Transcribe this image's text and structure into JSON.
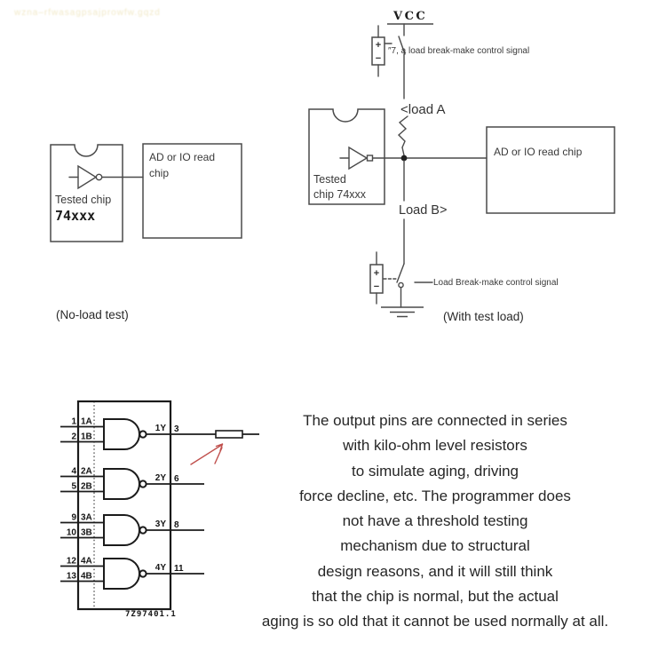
{
  "watermark": {
    "text": "wzna–rfwasagpsajprowfw.gqzd"
  },
  "no_load_diagram": {
    "chip_label_line1": "Tested chip",
    "chip_label_line2": "74xxx",
    "reader_label_line1": "AD or IO read",
    "reader_label_line2": "chip",
    "caption": "(No-load test)"
  },
  "with_load_diagram": {
    "vcc_label": "VCC",
    "upper_control_label": "″7, a load break-make control signal",
    "load_a_label": "<load A",
    "load_b_label": "Load B>",
    "chip_label_line1": "Tested",
    "chip_label_line2": "chip 74xxx",
    "reader_label": "AD or IO read chip",
    "lower_control_label": "Load Break-make control signal",
    "battery_plus": "+",
    "battery_minus": "−",
    "caption": "(With test load)"
  },
  "ic_diagram": {
    "part_number": "7Z97401.1",
    "gates": [
      {
        "pin_in1": "1",
        "name_in1": "1A",
        "pin_in2": "2",
        "name_in2": "1B",
        "name_out": "1Y",
        "pin_out": "3"
      },
      {
        "pin_in1": "4",
        "name_in1": "2A",
        "pin_in2": "5",
        "name_in2": "2B",
        "name_out": "2Y",
        "pin_out": "6"
      },
      {
        "pin_in1": "9",
        "name_in1": "3A",
        "pin_in2": "10",
        "name_in2": "3B",
        "name_out": "3Y",
        "pin_out": "8"
      },
      {
        "pin_in1": "12",
        "name_in1": "4A",
        "pin_in2": "13",
        "name_in2": "4B",
        "name_out": "4Y",
        "pin_out": "11"
      }
    ]
  },
  "paragraph": {
    "lines": [
      "The output pins are connected in series",
      "with kilo-ohm level resistors",
      "to simulate aging, driving",
      "force decline, etc. The programmer does",
      "not have a threshold testing",
      "mechanism due to structural",
      "design reasons, and it will still think",
      "that the chip is normal, but the actual",
      "aging is so old that it cannot be used normally at all."
    ]
  },
  "colors": {
    "ink": "#262626",
    "circuit_stroke": "#4a4a4a",
    "ic_stroke": "#1b1b1b",
    "arrow_red": "#c0504d",
    "watermark": "#f1e9c9"
  }
}
